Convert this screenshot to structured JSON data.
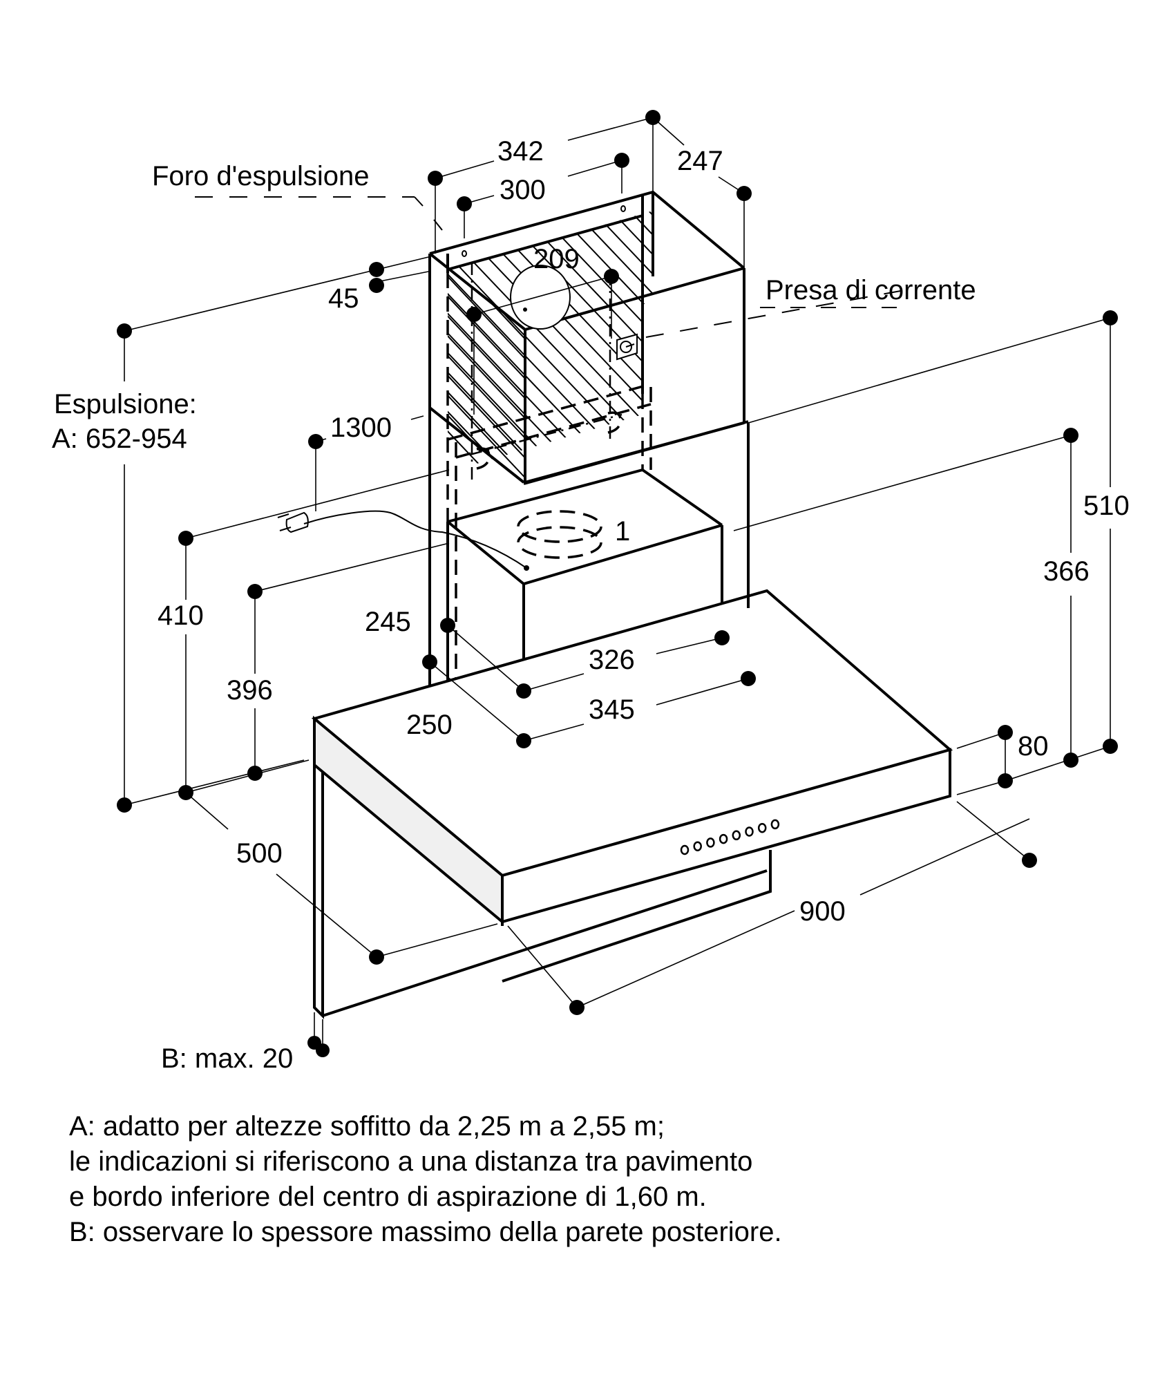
{
  "labels": {
    "exhaust_hole": "Foro d'espulsione",
    "power_socket": "Presa di corrente",
    "exhaust_title": "Espulsione:",
    "exhaust_range": "A: 652-954",
    "wall_thickness": "B: max. 20",
    "marker_1": "1"
  },
  "dimensions_mm": {
    "upper_chimney_width": "342",
    "upper_chimney_inner_width": "300",
    "upper_chimney_depth": "247",
    "exhaust_hole_diameter": "209",
    "top_offset": "45",
    "power_cable_length": "1300",
    "height_410": "410",
    "height_396": "396",
    "lower_chimney_depth_inner": "245",
    "lower_chimney_depth_outer": "250",
    "lower_chimney_width_inner": "326",
    "lower_chimney_width_outer": "345",
    "height_510": "510",
    "height_366": "366",
    "canopy_thickness": "80",
    "canopy_depth": "500",
    "canopy_width": "900"
  },
  "footnotes": [
    "A: adatto per altezze soffitto da 2,25 m a 2,55 m;",
    "le indicazioni si riferiscono a una distanza tra pavimento",
    "e bordo inferiore del centro di aspirazione di 1,60 m.",
    "B: osservare lo spessore massimo della parete posteriore."
  ],
  "control_buttons_count": 8,
  "colors": {
    "line": "#000000",
    "background": "#ffffff",
    "side_panel": "#f0f0f0"
  }
}
